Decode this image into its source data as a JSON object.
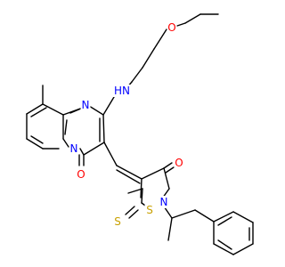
{
  "molecule": {
    "colors": {
      "background": "#ffffff",
      "bond": "#000000",
      "carbon": "#000000",
      "nitrogen": "#0000ff",
      "oxygen": "#ff0000",
      "sulfur": "#c8a000"
    },
    "labels": [
      {
        "symbol": "O",
        "element": "oxygen"
      },
      {
        "symbol": "HN",
        "element": "nitrogen"
      },
      {
        "symbol": "N",
        "element": "nitrogen"
      },
      {
        "symbol": "N",
        "element": "nitrogen"
      },
      {
        "symbol": "O",
        "element": "oxygen"
      },
      {
        "symbol": "O",
        "element": "oxygen"
      },
      {
        "symbol": "S",
        "element": "sulfur"
      },
      {
        "symbol": "N",
        "element": "nitrogen"
      },
      {
        "symbol": "S",
        "element": "sulfur"
      }
    ]
  }
}
